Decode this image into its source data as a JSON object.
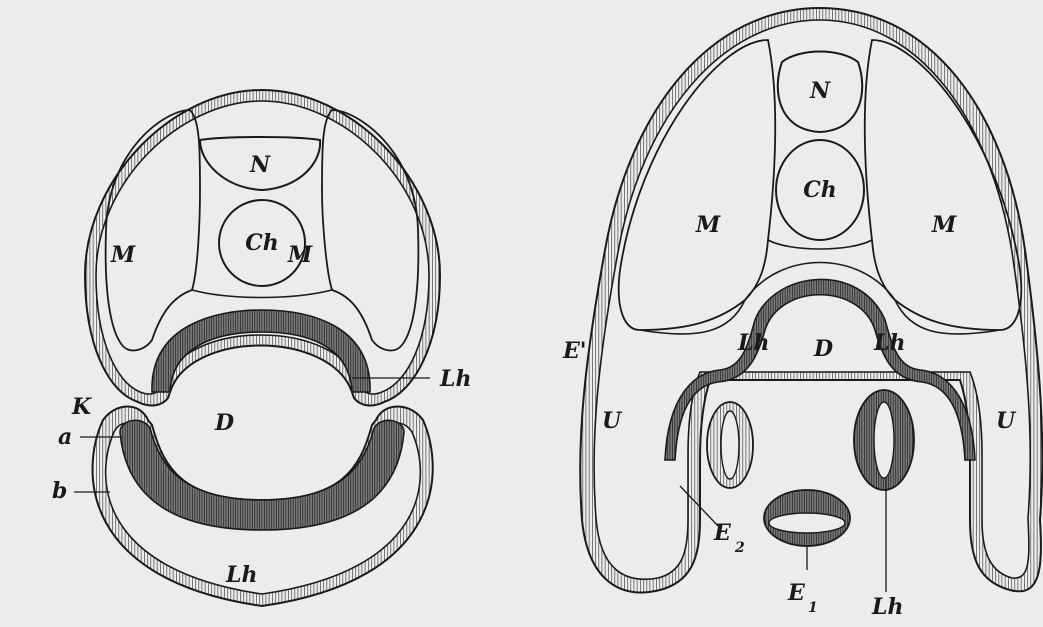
{
  "colors": {
    "paper": "#ececea",
    "ink": "#1a1a1a",
    "hatch": "#4a4a4a"
  },
  "left_figure": {
    "labels": {
      "N": "N",
      "Ch": "Ch",
      "M_left": "M",
      "M_right": "M",
      "Lh_pointer": "Lh",
      "K": "K",
      "D": "D",
      "a": "a",
      "b": "b",
      "Lh_bottom": "Lh"
    }
  },
  "right_figure": {
    "labels": {
      "N": "N",
      "Ch": "Ch",
      "M_left": "M",
      "M_right": "M",
      "E_prime": "E'",
      "Lh_left": "Lh",
      "D": "D",
      "Lh_right": "Lh",
      "U_left": "U",
      "U_right": "U",
      "E2": "E",
      "E2_sub": "2",
      "E1": "E",
      "E1_sub": "1",
      "Lh_bottom": "Lh"
    }
  }
}
